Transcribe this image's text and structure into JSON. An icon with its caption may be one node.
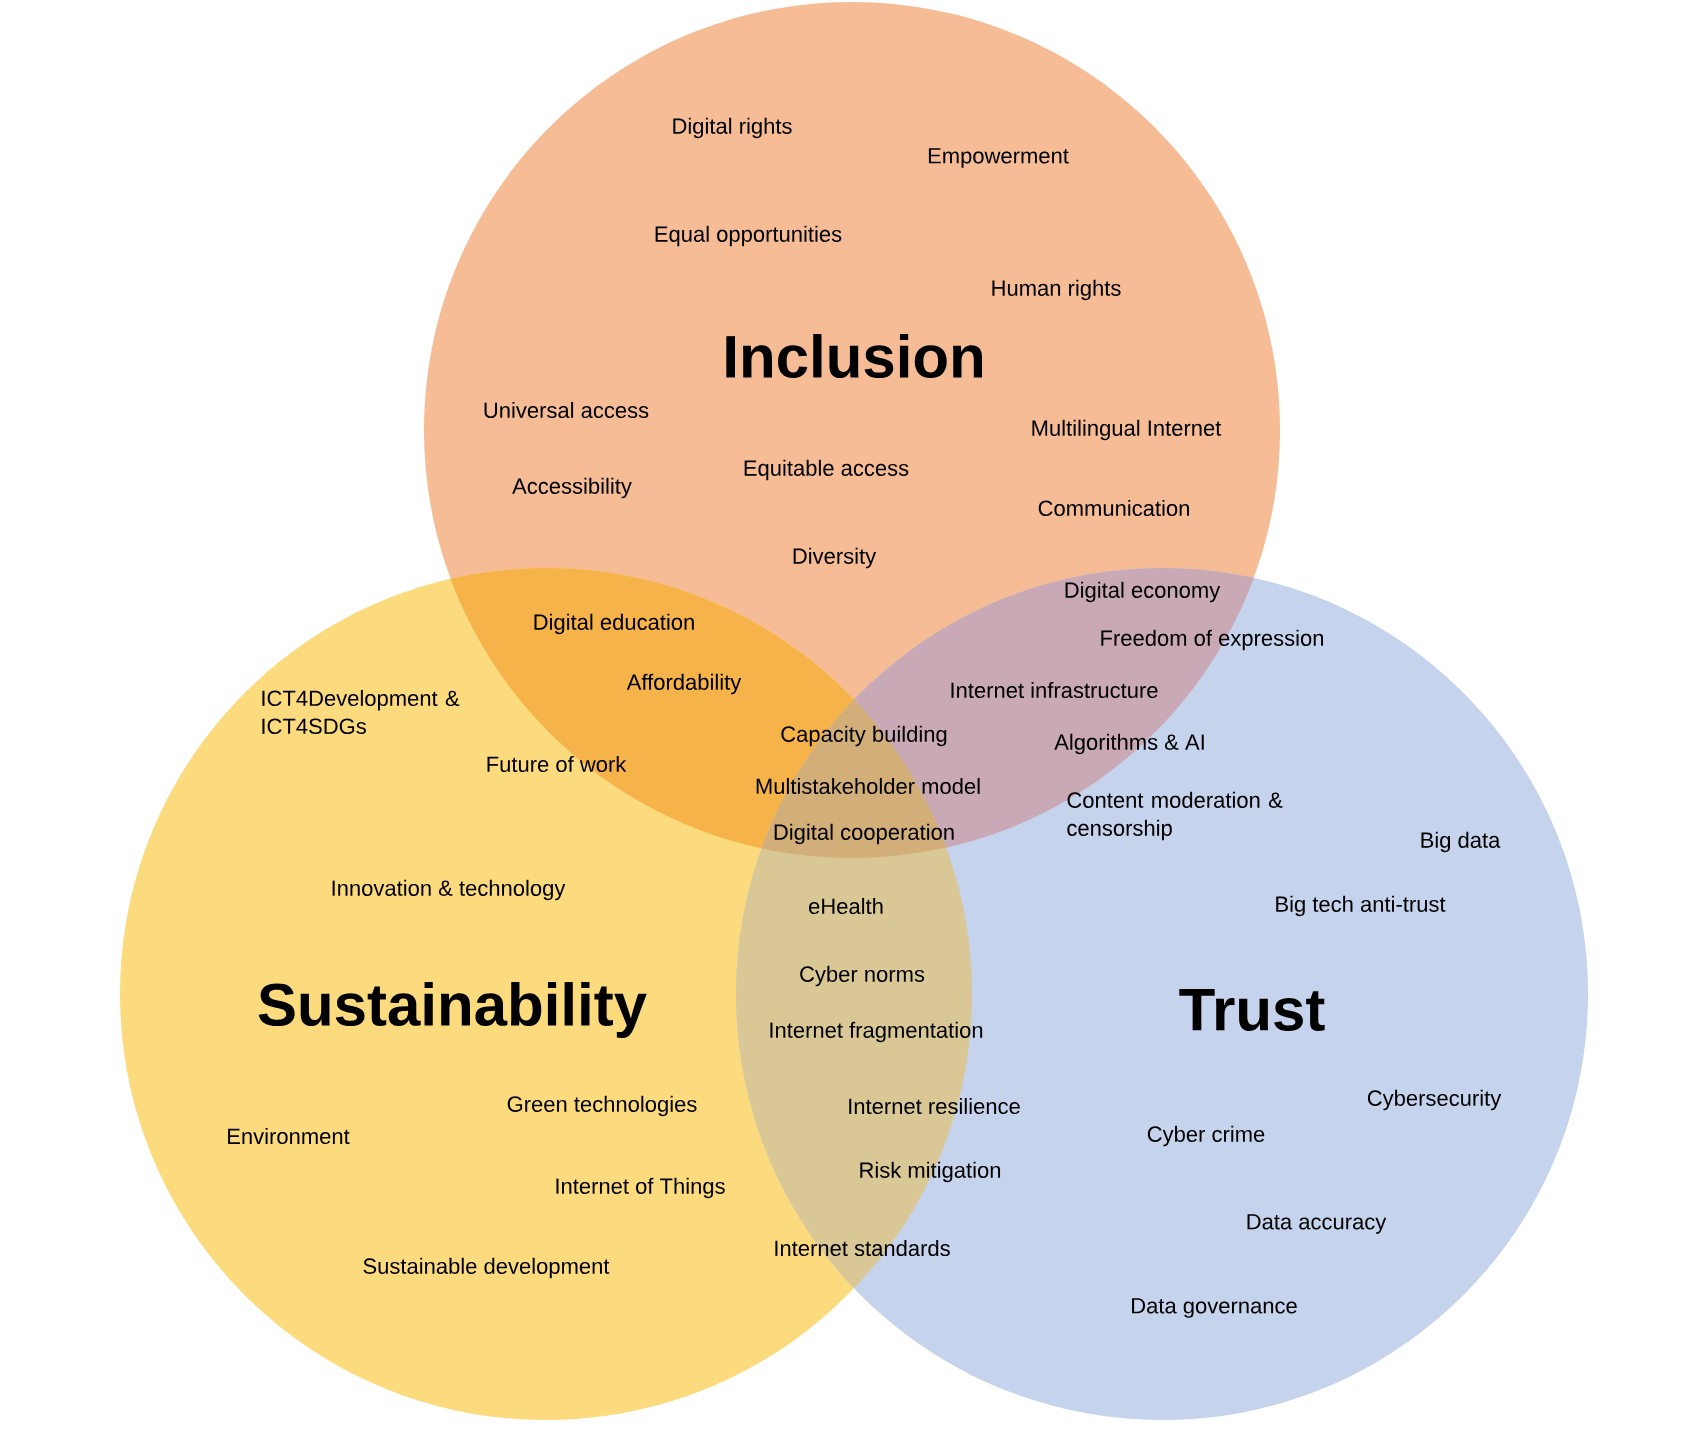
{
  "diagram": {
    "nodes": [
      {
        "text": [
          "Inclusion"
        ]
      },
      {
        "text": [
          "Sustainability"
        ]
      },
      {
        "text": [
          "Trust"
        ]
      }
    ],
    "labels": [
      "Digital rights",
      "Empowerment",
      "Equal opportunities",
      "Human rights",
      "Universal access",
      "Multilingual Internet",
      "Accessibility",
      "Equitable access",
      "Communication",
      "Diversity",
      "Digital economy",
      "Digital education",
      "Freedom of expression",
      "Affordability",
      "ICT4Development & ICT4SDGs",
      "Internet infrastructure",
      "Capacity building",
      "Algorithms & AI",
      "Future of work",
      "Multistakeholder model",
      "Content moderation & censorship",
      "Digital cooperation",
      "Big data",
      "Innovation & technology",
      "eHealth",
      "Big tech anti-trust",
      "Cyber norms",
      "Internet fragmentation",
      "Green technologies",
      "Internet resilience",
      "Cybersecurity",
      "Environment",
      "Cyber crime",
      "Risk mitigation",
      "Internet of Things",
      "Data accuracy",
      "Internet standards",
      "Sustainable development",
      "Data governance"
    ]
  }
}
